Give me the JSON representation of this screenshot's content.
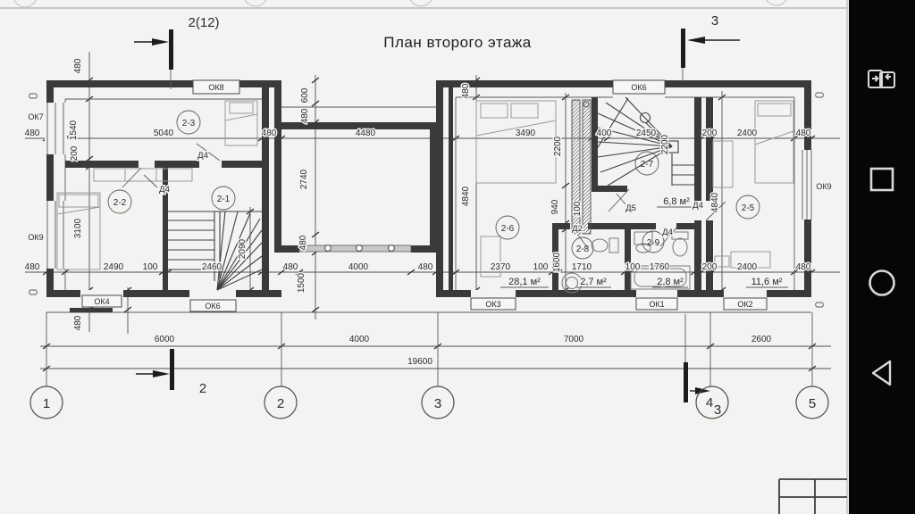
{
  "title": "План второго этажа",
  "section_marks": {
    "top_left": "2(12)",
    "top_right": "3",
    "bottom_left": "2",
    "bottom_right": "3"
  },
  "grid_bubbles": [
    "1",
    "2",
    "3",
    "4",
    "5"
  ],
  "dims": {
    "upper": [
      "480",
      "5040",
      "480",
      "4480",
      "3490",
      "400",
      "2450",
      "200",
      "2400",
      "480"
    ],
    "lower": [
      "480",
      "2490",
      "100",
      "2460",
      "480",
      "4000",
      "480",
      "2370",
      "100",
      "1710",
      "100",
      "1760",
      "200",
      "2400",
      "480"
    ],
    "spans": [
      "6000",
      "4000",
      "7000",
      "2600"
    ],
    "total": "19600",
    "left_col": [
      "480",
      "1540",
      "200",
      "3100",
      "480"
    ],
    "terrace_col": [
      "600",
      "480",
      "2740",
      "480",
      "1500"
    ],
    "right_west_col": [
      "480",
      "4840"
    ],
    "right_east_col": [
      "4840"
    ],
    "shaft_col": [
      "2200",
      "940",
      "100",
      "1600"
    ],
    "stair_left": "2090",
    "stair_right": "2200"
  },
  "rooms": [
    "2-1",
    "2-2",
    "2-3",
    "2-5",
    "2-6",
    "2-7",
    "2-8",
    "2-9"
  ],
  "areas": {
    "r26": "28,1 м²",
    "r28": "2,7 м²",
    "r29": "2,8 м²",
    "r25": "11,6 м²",
    "hall": "6,8 м²"
  },
  "windows": {
    "ok7": "ОК7",
    "ok8": "ОК8",
    "ok9_left": "ОК9",
    "ok4": "ОК4",
    "ok6_left": "ОК6",
    "ok6_right": "ОК6",
    "ok9_right": "ОК9",
    "ok3": "ОК3",
    "ok1": "ОК1",
    "ok2": "ОК2"
  },
  "doors": {
    "d4_a": "Д4",
    "d4_b": "Д4",
    "d4_hall": "Д4",
    "d4_wc": "Д4",
    "d5": "Д5",
    "d2": "Д2"
  },
  "nav_icons": [
    "screen-switch",
    "recents",
    "home",
    "back"
  ]
}
